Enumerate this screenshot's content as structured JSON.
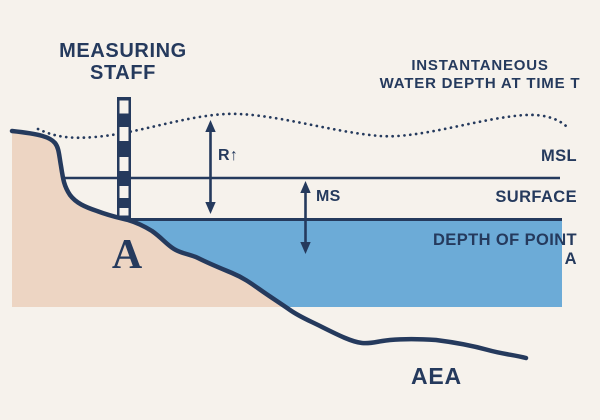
{
  "diagram_title_line1": "MEASURING",
  "diagram_title_line2": "STAFF",
  "annotations": {
    "instantaneous_line1": "INSTANTANEOUS",
    "instantaneous_line2": "WATER DEPTH AT TIME T",
    "msl": "MSL",
    "surface": "SURFACE",
    "depth_of_point_line1": "DEPTH OF POINT",
    "depth_of_point_line2": "A",
    "range_label": "R↑",
    "ms_label": "MS",
    "shore_point": "A",
    "seabed_label": "AEA"
  },
  "colors": {
    "background": "#f6f2ec",
    "ink": "#253a5d",
    "land": "#edd5c3",
    "water": "#6cabd7"
  },
  "elements": {
    "measuring_staff": "striped tide measuring staff on shoreline",
    "dotted_line": "instantaneous water level wave",
    "msl_line": "mean sea level line",
    "surface_line": "water surface line",
    "range_arrow": "vertical double arrow between dotted wave and surface",
    "depth_arrow": "vertical double arrow from MSL into water",
    "seabed_line": "sloping seabed profile"
  }
}
